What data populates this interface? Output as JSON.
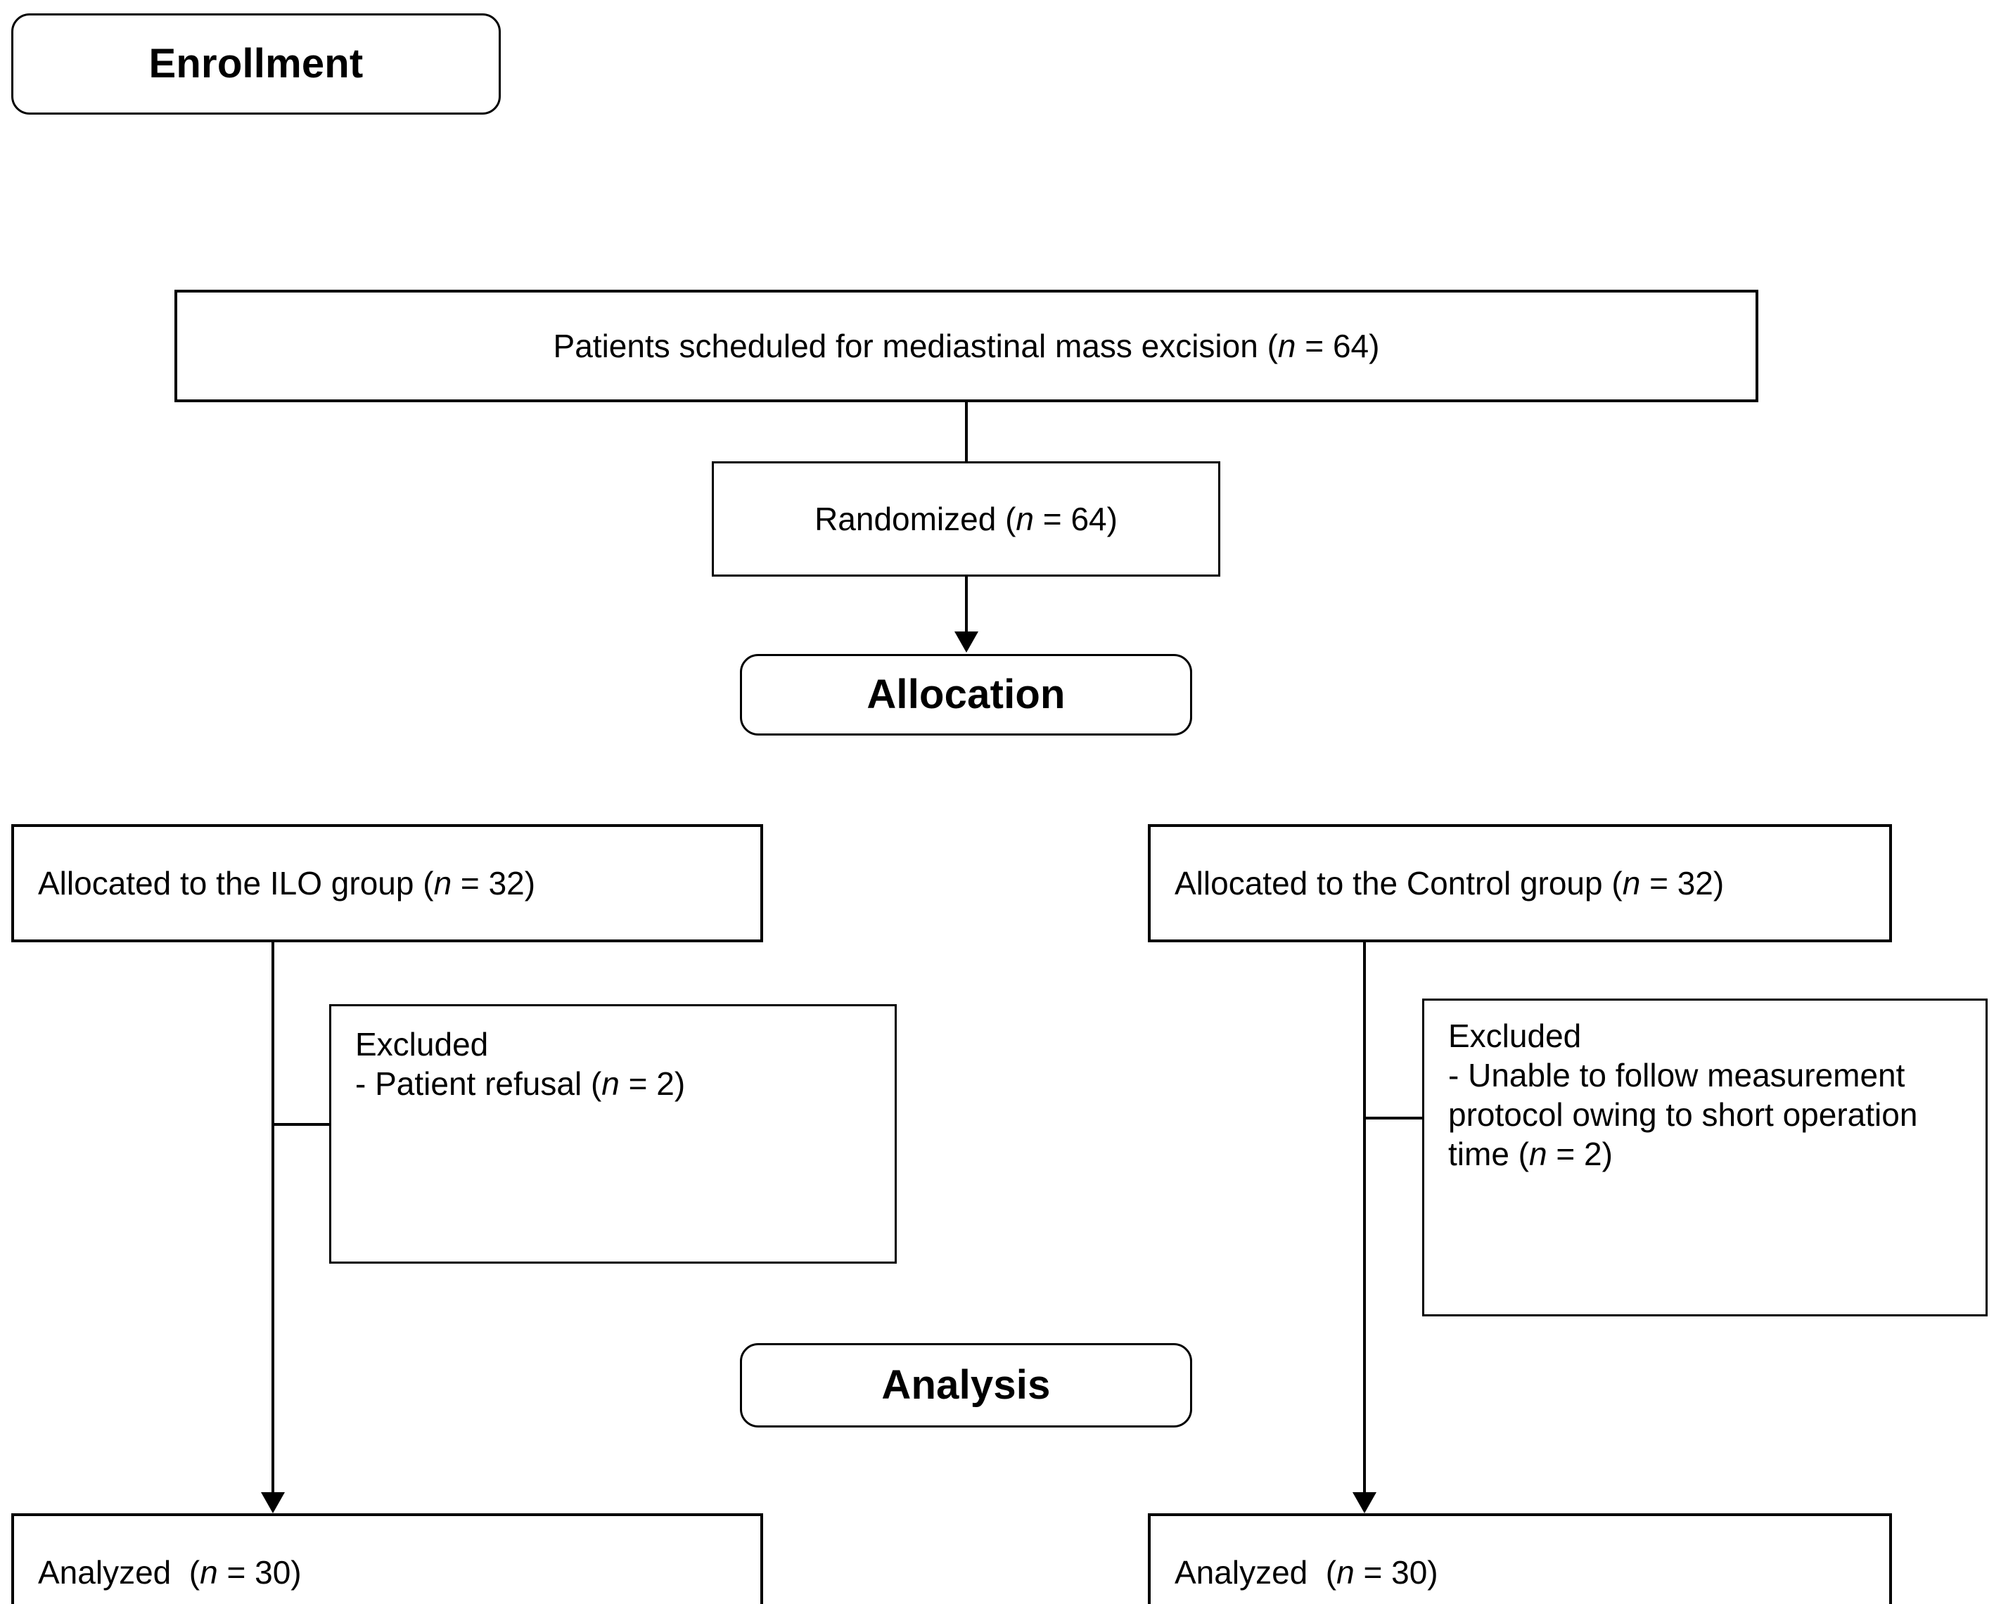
{
  "diagram": {
    "title": "CONSORT participant flow diagram",
    "stages": {
      "enrollment": "Enrollment",
      "allocation": "Allocation",
      "analysis": "Analysis"
    },
    "nodes": {
      "screened": {
        "text_before": "Patients scheduled for mediastinal mass excision (",
        "n_symbol": "n",
        "text_after": " = 64)",
        "full_text": "Patients scheduled for mediastinal mass excision (n = 64)",
        "count": 64
      },
      "randomized": {
        "text_before": "Randomized (",
        "n_symbol": "n",
        "text_after": " = 64)",
        "full_text": "Randomized (n = 64)",
        "count": 64
      },
      "allocated_ilo": {
        "text_before": "Allocated to the ILO group (",
        "n_symbol": "n",
        "text_after": " = 32)",
        "full_text": "Allocated to the ILO group (n = 32)",
        "count": 32
      },
      "allocated_control": {
        "text_before": "Allocated to the Control group (",
        "n_symbol": "n",
        "text_after": " = 32)",
        "full_text": "Allocated to the Control group (n = 32)",
        "count": 32
      },
      "excluded_ilo": {
        "heading": "Excluded",
        "reason_before": "- Patient refusal (",
        "n_symbol": "n",
        "reason_after": " = 2)",
        "full_text": "Excluded\n- Patient refusal (n = 2)",
        "count": 2
      },
      "excluded_control": {
        "heading": "Excluded",
        "reason_before": "- Unable to follow measurement protocol owing to short operation time (",
        "n_symbol": "n",
        "reason_after": " = 2)",
        "full_text": "Excluded\n- Unable to follow measurement protocol owing to short operation time (n = 2)",
        "count": 2
      },
      "analyzed_ilo": {
        "text_before": "Analyzed  (",
        "n_symbol": "n",
        "text_after": " = 30)",
        "full_text": "Analyzed  (n = 30)",
        "count": 30
      },
      "analyzed_control": {
        "text_before": "Analyzed  (",
        "n_symbol": "n",
        "text_after": " = 30)",
        "full_text": "Analyzed  (n = 30)",
        "count": 30
      }
    },
    "colors": {
      "stroke": "#000000",
      "fill": "#ffffff",
      "text": "#000000"
    }
  }
}
